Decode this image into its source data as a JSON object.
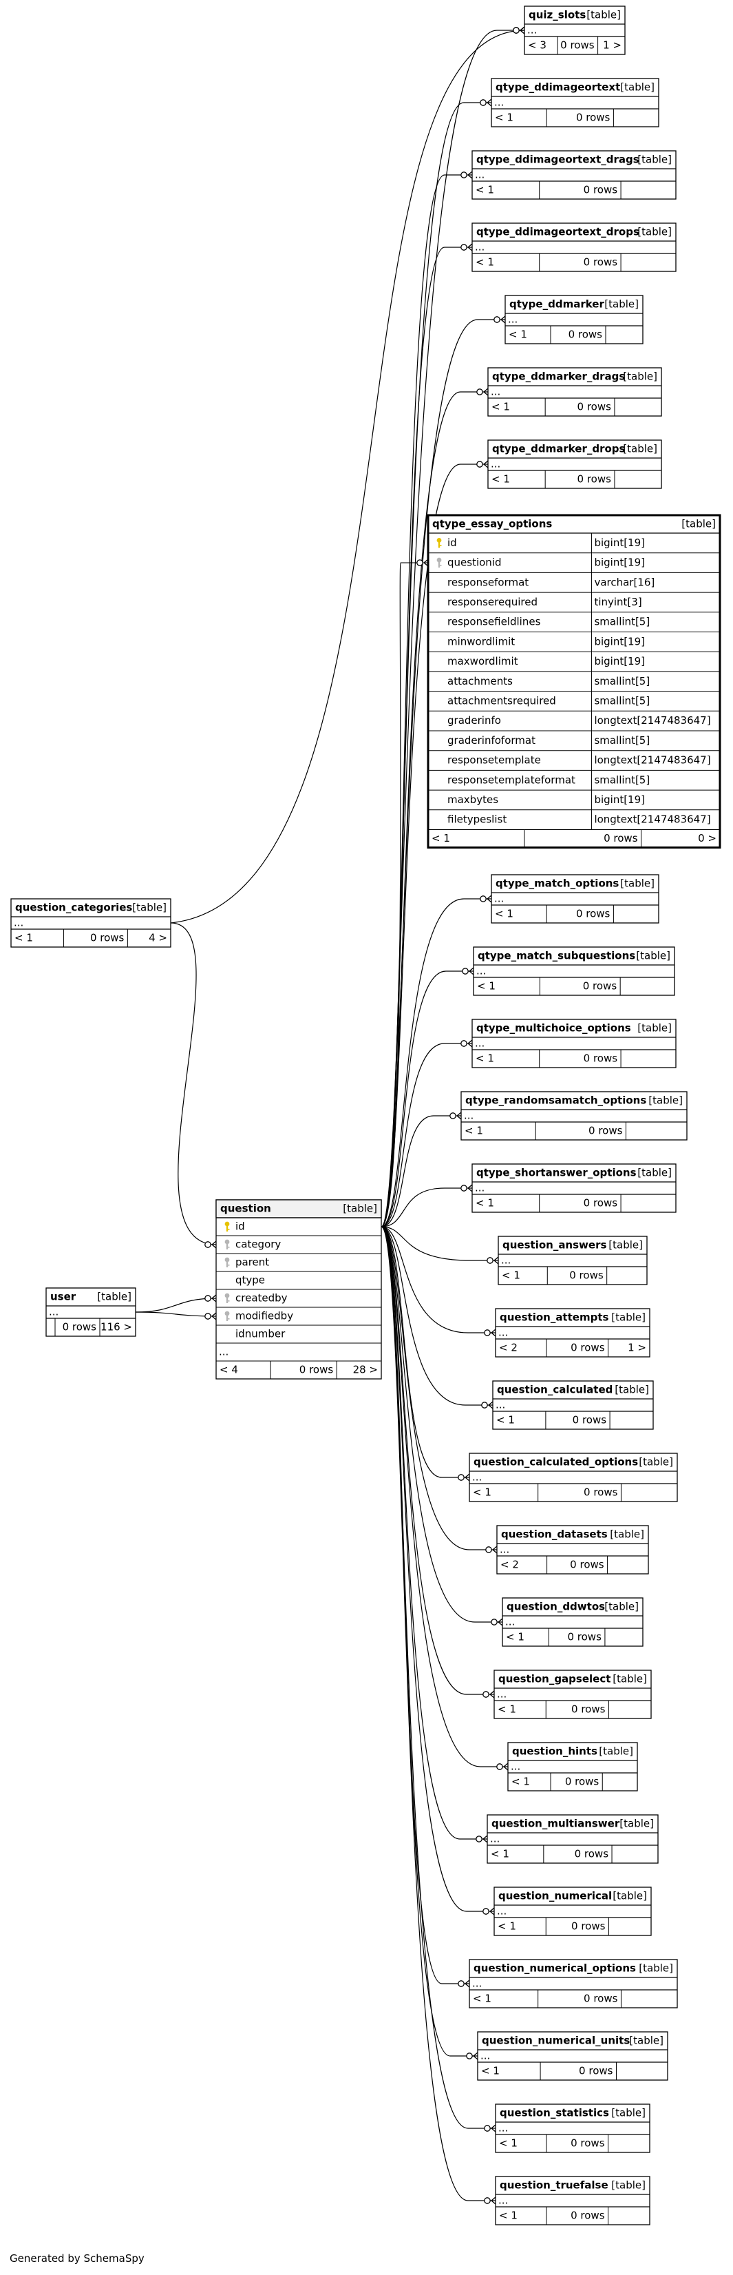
{
  "footer": "Generated by SchemaSpy",
  "table_suffix": "[table]",
  "colors": {
    "line": "#000000",
    "header_bg": "#f2f2f2",
    "key_icon": "#e6c200",
    "fk_icon": "#b5b5b5"
  },
  "hub": "question",
  "tables": [
    {
      "id": "quiz_slots",
      "name": "quiz_slots",
      "body": [
        "..."
      ],
      "footer": [
        "< 3",
        "0 rows",
        "1 >"
      ],
      "links": [
        "question"
      ]
    },
    {
      "id": "qtype_ddimageortext",
      "name": "qtype_ddimageortext",
      "body": [
        "..."
      ],
      "footer": [
        "< 1",
        "0 rows",
        ""
      ],
      "links": [
        "question"
      ]
    },
    {
      "id": "qtype_ddimageortext_drags",
      "name": "qtype_ddimageortext_drags",
      "body": [
        "..."
      ],
      "footer": [
        "< 1",
        "0 rows",
        ""
      ],
      "links": [
        "question"
      ]
    },
    {
      "id": "qtype_ddimageortext_drops",
      "name": "qtype_ddimageortext_drops",
      "body": [
        "..."
      ],
      "footer": [
        "< 1",
        "0 rows",
        ""
      ],
      "links": [
        "question"
      ]
    },
    {
      "id": "qtype_ddmarker",
      "name": "qtype_ddmarker",
      "body": [
        "..."
      ],
      "footer": [
        "< 1",
        "0 rows",
        ""
      ],
      "links": [
        "question"
      ]
    },
    {
      "id": "qtype_ddmarker_drags",
      "name": "qtype_ddmarker_drags",
      "body": [
        "..."
      ],
      "footer": [
        "< 1",
        "0 rows",
        ""
      ],
      "links": [
        "question"
      ]
    },
    {
      "id": "qtype_ddmarker_drops",
      "name": "qtype_ddmarker_drops",
      "body": [
        "..."
      ],
      "footer": [
        "< 1",
        "0 rows",
        ""
      ],
      "links": [
        "question"
      ]
    },
    {
      "id": "qtype_essay_options",
      "name": "qtype_essay_options",
      "bold": true,
      "columns": [
        {
          "name": "id",
          "type": "bigint[19]",
          "icon": "key"
        },
        {
          "name": "questionid",
          "type": "bigint[19]",
          "icon": "fk"
        },
        {
          "name": "responseformat",
          "type": "varchar[16]"
        },
        {
          "name": "responserequired",
          "type": "tinyint[3]"
        },
        {
          "name": "responsefieldlines",
          "type": "smallint[5]"
        },
        {
          "name": "minwordlimit",
          "type": "bigint[19]"
        },
        {
          "name": "maxwordlimit",
          "type": "bigint[19]"
        },
        {
          "name": "attachments",
          "type": "smallint[5]"
        },
        {
          "name": "attachmentsrequired",
          "type": "smallint[5]"
        },
        {
          "name": "graderinfo",
          "type": "longtext[2147483647]"
        },
        {
          "name": "graderinfoformat",
          "type": "smallint[5]"
        },
        {
          "name": "responsetemplate",
          "type": "longtext[2147483647]"
        },
        {
          "name": "responsetemplateformat",
          "type": "smallint[5]"
        },
        {
          "name": "maxbytes",
          "type": "bigint[19]"
        },
        {
          "name": "filetypeslist",
          "type": "longtext[2147483647]"
        }
      ],
      "footer": [
        "< 1",
        "0 rows",
        "0 >"
      ],
      "links": [
        "question"
      ]
    },
    {
      "id": "question_categories",
      "name": "question_categories",
      "body": [
        "..."
      ],
      "footer": [
        "< 1",
        "0 rows",
        "4 >"
      ],
      "links": [
        "quiz_slots",
        "question_category"
      ]
    },
    {
      "id": "qtype_match_options",
      "name": "qtype_match_options",
      "body": [
        "..."
      ],
      "footer": [
        "< 1",
        "0 rows",
        ""
      ],
      "links": [
        "question"
      ]
    },
    {
      "id": "qtype_match_subquestions",
      "name": "qtype_match_subquestions",
      "body": [
        "..."
      ],
      "footer": [
        "< 1",
        "0 rows",
        ""
      ],
      "links": [
        "question"
      ]
    },
    {
      "id": "qtype_multichoice_options",
      "name": "qtype_multichoice_options",
      "body": [
        "..."
      ],
      "footer": [
        "< 1",
        "0 rows",
        ""
      ],
      "links": [
        "question"
      ]
    },
    {
      "id": "qtype_randomsamatch_options",
      "name": "qtype_randomsamatch_options",
      "body": [
        "..."
      ],
      "footer": [
        "< 1",
        "0 rows",
        ""
      ],
      "links": [
        "question"
      ]
    },
    {
      "id": "qtype_shortanswer_options",
      "name": "qtype_shortanswer_options",
      "body": [
        "..."
      ],
      "footer": [
        "< 1",
        "0 rows",
        ""
      ],
      "links": [
        "question"
      ]
    },
    {
      "id": "question",
      "name": "question",
      "focus": true,
      "columns": [
        {
          "name": "id",
          "icon": "key"
        },
        {
          "name": "category",
          "icon": "fk"
        },
        {
          "name": "parent",
          "icon": "fk"
        },
        {
          "name": "qtype"
        },
        {
          "name": "createdby",
          "icon": "fk"
        },
        {
          "name": "modifiedby",
          "icon": "fk"
        },
        {
          "name": "idnumber"
        },
        {
          "name": "..."
        }
      ],
      "footer": [
        "< 4",
        "0 rows",
        "28 >"
      ]
    },
    {
      "id": "user",
      "name": "user",
      "body": [
        "..."
      ],
      "footer": [
        "",
        "0 rows",
        "116 >"
      ],
      "links": [
        "question_createdby",
        "question_modifiedby"
      ]
    },
    {
      "id": "question_answers",
      "name": "question_answers",
      "body": [
        "..."
      ],
      "footer": [
        "< 1",
        "0 rows",
        ""
      ],
      "links": [
        "question"
      ]
    },
    {
      "id": "question_attempts",
      "name": "question_attempts",
      "body": [
        "..."
      ],
      "footer": [
        "< 2",
        "0 rows",
        "1 >"
      ],
      "links": [
        "question"
      ]
    },
    {
      "id": "question_calculated",
      "name": "question_calculated",
      "body": [
        "..."
      ],
      "footer": [
        "< 1",
        "0 rows",
        ""
      ],
      "links": [
        "question"
      ]
    },
    {
      "id": "question_calculated_options",
      "name": "question_calculated_options",
      "body": [
        "..."
      ],
      "footer": [
        "< 1",
        "0 rows",
        ""
      ],
      "links": [
        "question"
      ]
    },
    {
      "id": "question_datasets",
      "name": "question_datasets",
      "body": [
        "..."
      ],
      "footer": [
        "< 2",
        "0 rows",
        ""
      ],
      "links": [
        "question"
      ]
    },
    {
      "id": "question_ddwtos",
      "name": "question_ddwtos",
      "body": [
        "..."
      ],
      "footer": [
        "< 1",
        "0 rows",
        ""
      ],
      "links": [
        "question"
      ]
    },
    {
      "id": "question_gapselect",
      "name": "question_gapselect",
      "body": [
        "..."
      ],
      "footer": [
        "< 1",
        "0 rows",
        ""
      ],
      "links": [
        "question"
      ]
    },
    {
      "id": "question_hints",
      "name": "question_hints",
      "body": [
        "..."
      ],
      "footer": [
        "< 1",
        "0 rows",
        ""
      ],
      "links": [
        "question"
      ]
    },
    {
      "id": "question_multianswer",
      "name": "question_multianswer",
      "body": [
        "..."
      ],
      "footer": [
        "< 1",
        "0 rows",
        ""
      ],
      "links": [
        "question"
      ]
    },
    {
      "id": "question_numerical",
      "name": "question_numerical",
      "body": [
        "..."
      ],
      "footer": [
        "< 1",
        "0 rows",
        ""
      ],
      "links": [
        "question"
      ]
    },
    {
      "id": "question_numerical_options",
      "name": "question_numerical_options",
      "body": [
        "..."
      ],
      "footer": [
        "< 1",
        "0 rows",
        ""
      ],
      "links": [
        "question"
      ]
    },
    {
      "id": "question_numerical_units",
      "name": "question_numerical_units",
      "body": [
        "..."
      ],
      "footer": [
        "< 1",
        "0 rows",
        ""
      ],
      "links": [
        "question"
      ]
    },
    {
      "id": "question_statistics",
      "name": "question_statistics",
      "body": [
        "..."
      ],
      "footer": [
        "< 1",
        "0 rows",
        ""
      ],
      "links": [
        "question"
      ]
    },
    {
      "id": "question_truefalse",
      "name": "question_truefalse",
      "body": [
        "..."
      ],
      "footer": [
        "< 1",
        "0 rows",
        ""
      ],
      "links": [
        "question"
      ]
    }
  ]
}
